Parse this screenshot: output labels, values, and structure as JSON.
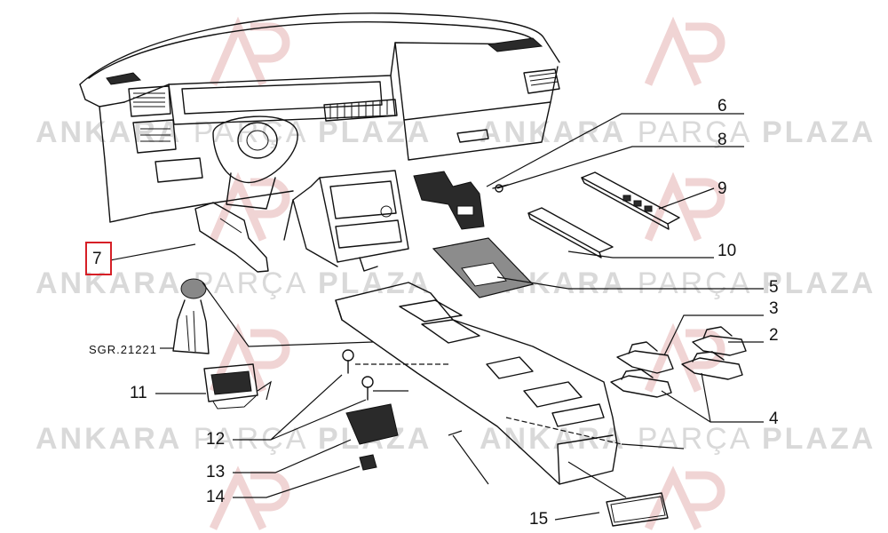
{
  "diagram": {
    "watermark": {
      "words": [
        "ANKARA",
        "PARÇA",
        "PLAZA"
      ],
      "logo": "AP",
      "color": "#d9d9d9"
    },
    "callouts": {
      "c2": "2",
      "c3": "3",
      "c4": "4",
      "c5": "5",
      "c6": "6",
      "c7": "7",
      "c8": "8",
      "c9": "9",
      "c10": "10",
      "c11": "11",
      "c12": "12",
      "c13": "13",
      "c14": "14",
      "c15": "15"
    },
    "reference_code": "SGR.21221",
    "selected_callout": "7",
    "highlight_color": "#d61f26"
  }
}
